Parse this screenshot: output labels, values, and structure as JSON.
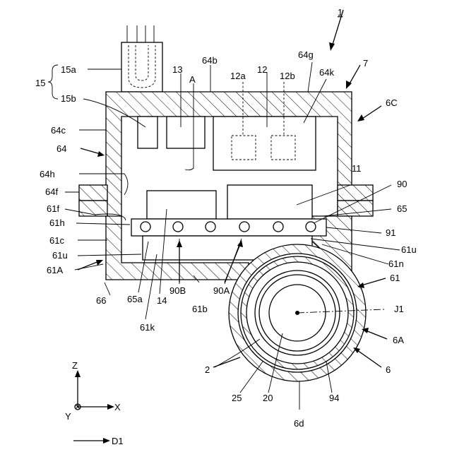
{
  "labels": {
    "l1": "1",
    "l7": "7",
    "l6C": "6C",
    "l15": "15",
    "l15a": "15a",
    "l15b": "15b",
    "l13": "13",
    "lA": "A",
    "l64b": "64b",
    "l12a": "12a",
    "l12": "12",
    "l12b": "12b",
    "l64g": "64g",
    "l64k": "64k",
    "l64c": "64c",
    "l64": "64",
    "l64h": "64h",
    "l64f": "64f",
    "l61f": "61f",
    "l61h": "61h",
    "l61c": "61c",
    "l61u_left": "61u",
    "l61A": "61A",
    "l11": "11",
    "l90": "90",
    "l65": "65",
    "l91": "91",
    "l61u_right": "61u",
    "l61n": "61n",
    "l61": "61",
    "lJ1": "J1",
    "l6A": "6A",
    "l6": "6",
    "l66": "66",
    "l65a": "65a",
    "l14": "14",
    "l90B": "90B",
    "l61b": "61b",
    "l90A": "90A",
    "l61k": "61k",
    "l2": "2",
    "l25": "25",
    "l20": "20",
    "l94": "94",
    "l6d": "6d",
    "axZ": "Z",
    "axX": "X",
    "axY": "Y",
    "d1": "D1"
  }
}
